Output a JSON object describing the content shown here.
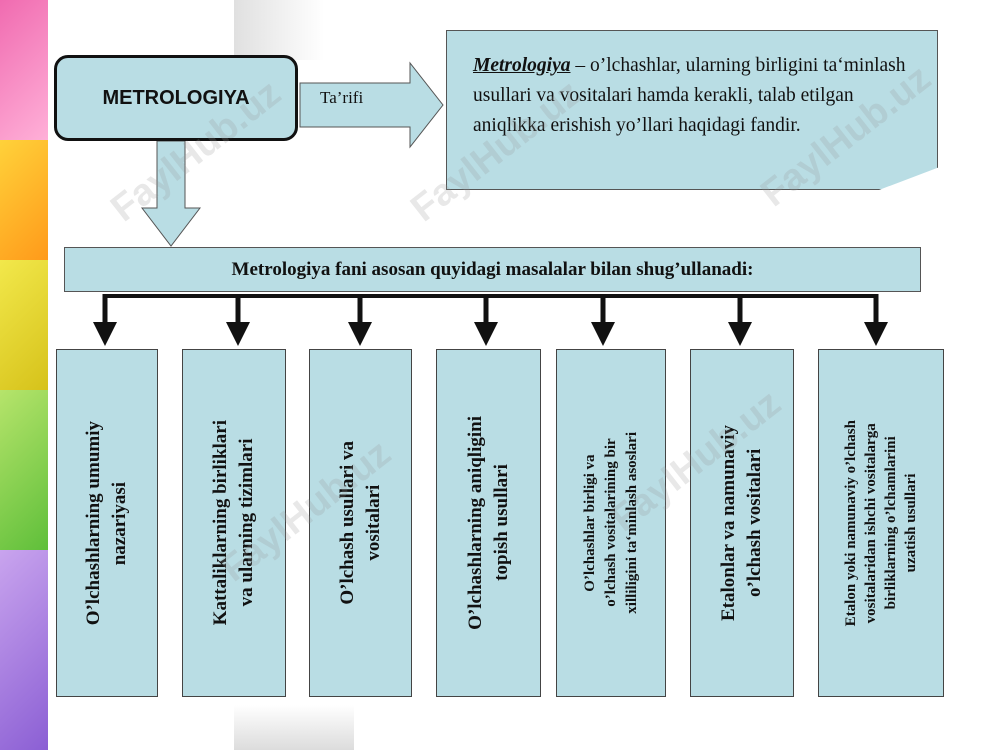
{
  "title": "METROLOGIYA",
  "arrow_label": "Ta’rifi",
  "definition": {
    "term": "Metrologiya",
    "text": " – o’lchashlar, ularning birligini ta‘minlash usullari va vositalari hamda kerakli, talab etilgan aniqlikka erishish yo’llari haqidagi fandir."
  },
  "heading": "Metrologiya fani asosan quyidagi masalalar bilan shug’ullanadi:",
  "items": [
    "O’lchashlarning umumiy\nnazariyasi",
    "Kattaliklarning birliklari\nva ularning tizimlari",
    "O’lchash usullari va\nvositalari",
    "O’lchashlarning aniqligini\ntopish usullari",
    "O’lchashlar birligi va\no’lchash vositalarining bir\nxilliligini ta‘minlash asoslari",
    "Etalonlar va namunaviy\no’lchash vositalari",
    "Etalon yoki namunaviy o’lchash\nvositalaridan ishchi vositalarga\nbirliklarning o’lchamlarini\nuzatish usullari"
  ],
  "watermark": "FaylHub.uz",
  "colors": {
    "box_fill": "#b9dde4",
    "outline": "#111111"
  }
}
